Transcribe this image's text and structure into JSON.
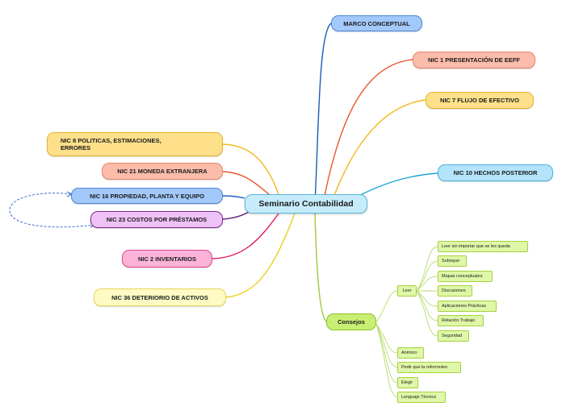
{
  "title": "Seminario Contabilidad",
  "nodes": {
    "marco": "MARCO CONCEPTUAL",
    "nic1": "NIC 1 PRESENTACIÓN DE EEFF",
    "nic7": "NIC 7 FLUJO DE EFECTIVO",
    "nic10": "NIC 10 HECHOS POSTERIOR",
    "nic8": "NIC 8 POLITICAS, ESTIMACIONES, ERRORES",
    "nic21": "NIC 21 MONEDA EXTRANJERA",
    "nic16": "NIC 16 PROPIEDAD, PLANTA Y EQUIPO",
    "nic23": "NIC 23 COSTOS POR PRÉSTAMOS",
    "nic2": "NIC 2 INVENTARIOS",
    "nic36": "NIC 36 DETERIORIO DE ACTIVOS"
  },
  "consejos": {
    "label": "Consejos",
    "leer": {
      "label": "Leer",
      "items": [
        "Leer sin importar que se les queda",
        "Subrayar",
        "Mapas conceptuales",
        "Discusiones",
        "Aplicaciones Prácticas",
        "Relación Trabajo",
        "Seguridad"
      ]
    },
    "items": [
      "Animico",
      "Pedir que la reformulen",
      "Elegir",
      "Lenguaje Técnico"
    ]
  },
  "colors": {
    "marco": "#a3c8fa",
    "nic1": "#fbbcaa",
    "nic7": "#fee08a",
    "nic10": "#b3e4fb",
    "nic8": "#fee08a",
    "nic21": "#fbbcaa",
    "nic16": "#a3c8fa",
    "nic23": "#efc2f7",
    "nic2": "#fbb4d8",
    "nic36": "#fefbc4",
    "center": "#c6ecfb",
    "consejos": "#c8ef73"
  }
}
